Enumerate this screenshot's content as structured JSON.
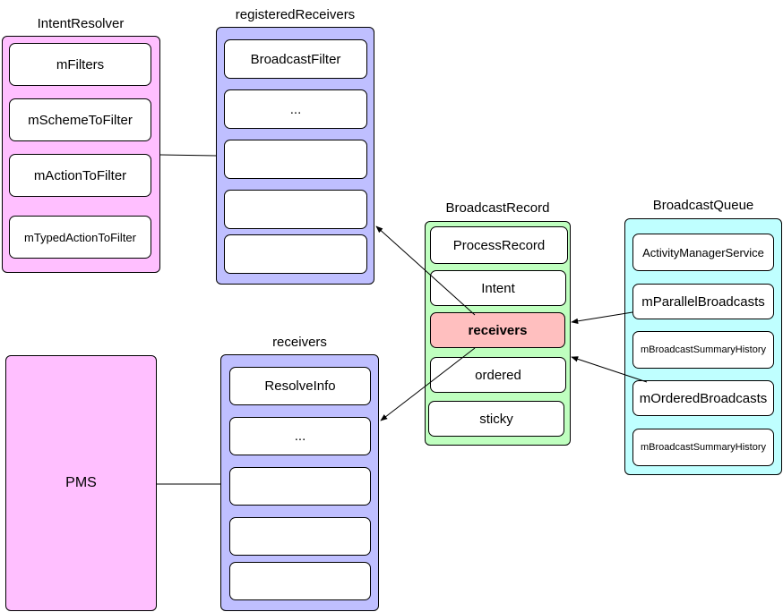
{
  "intent_resolver": {
    "title": "IntentResolver",
    "color": "#ffbfff",
    "items": [
      "mFilters",
      "mSchemeToFilter",
      "mActionToFilter",
      "mTypedActionToFilter"
    ]
  },
  "registered_receivers": {
    "title": "registeredReceivers",
    "color": "#bfbfff",
    "items": [
      "BroadcastFilter",
      "...",
      "",
      "",
      ""
    ]
  },
  "broadcast_record": {
    "title": "BroadcastRecord",
    "color": "#bfffbf",
    "items": [
      "ProcessRecord",
      "Intent",
      "receivers",
      "ordered",
      "sticky"
    ],
    "highlight_color": "#ffbfbf"
  },
  "broadcast_queue": {
    "title": "BroadcastQueue",
    "color": "#bfffff",
    "items": [
      "ActivityManagerService",
      "mParallelBroadcasts",
      "mBroadcastSummaryHistory",
      "mOrderedBroadcasts",
      "mBroadcastSummaryHistory"
    ]
  },
  "receivers": {
    "title": "receivers",
    "color": "#bfbfff",
    "items": [
      "ResolveInfo",
      "...",
      "",
      "",
      ""
    ]
  },
  "pms": {
    "label": "PMS",
    "color": "#ffbfff"
  }
}
